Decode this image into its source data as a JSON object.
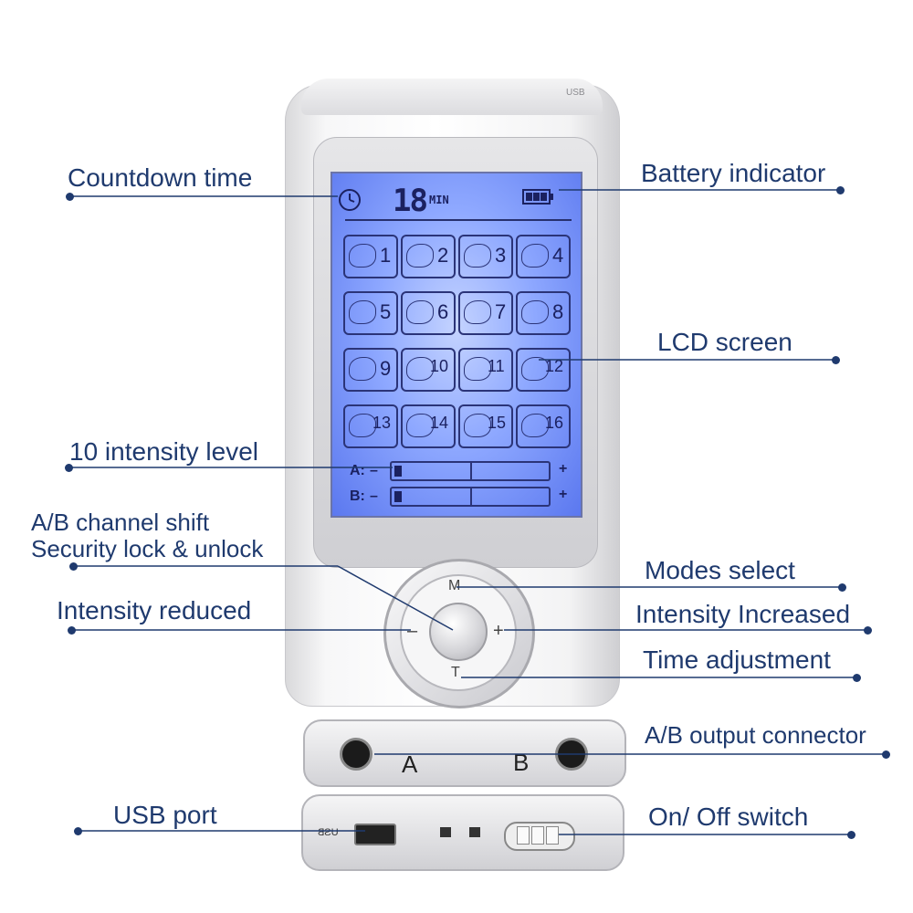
{
  "labels": {
    "countdown_time": "Countdown time",
    "battery_indicator": "Battery indicator",
    "lcd_screen": "LCD screen",
    "intensity_level": "10 intensity level",
    "ab_channel_shift": "A/B channel shift",
    "security_lock": "Security lock & unlock",
    "modes_select": "Modes select",
    "intensity_reduced": "Intensity reduced",
    "intensity_increased": "Intensity Increased",
    "time_adjustment": "Time adjustment",
    "ab_output_connector": "A/B output connector",
    "usb_port": "USB port",
    "on_off_switch": "On/ Off switch"
  },
  "lcd": {
    "time_value": "18",
    "time_unit": "MIN",
    "modes": [
      "1",
      "2",
      "3",
      "4",
      "5",
      "6",
      "7",
      "8",
      "9",
      "10",
      "11",
      "12",
      "13",
      "14",
      "15",
      "16"
    ],
    "channel_a_label": "A:",
    "channel_b_label": "B:",
    "minus": "–",
    "plus": "+",
    "channel_a_level": 1,
    "channel_b_level": 1,
    "max_level": 10
  },
  "device": {
    "key_mode": "M",
    "key_minus": "–",
    "key_plus": "+",
    "key_time": "T",
    "jack_a": "A",
    "jack_b": "B",
    "usb_text": "USB",
    "top_usb_text": "USB"
  },
  "colors": {
    "label_text": "#1f3a6e",
    "lcd_blue": "#8ea8ff",
    "lcd_ink": "#1b2160"
  }
}
